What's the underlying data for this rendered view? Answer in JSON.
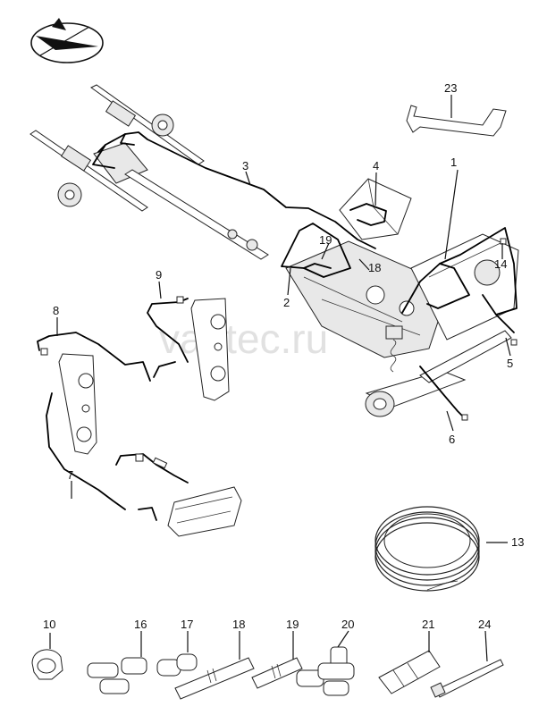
{
  "watermark": "vagtec.ru",
  "logo_icon": "compass-arrow-icon",
  "callouts": [
    {
      "id": "c1",
      "text": "1"
    },
    {
      "id": "c2",
      "text": "2"
    },
    {
      "id": "c3",
      "text": "3"
    },
    {
      "id": "c4",
      "text": "4"
    },
    {
      "id": "c5",
      "text": "5"
    },
    {
      "id": "c6",
      "text": "6"
    },
    {
      "id": "c7",
      "text": "7"
    },
    {
      "id": "c8",
      "text": "8"
    },
    {
      "id": "c9",
      "text": "9"
    },
    {
      "id": "c10",
      "text": "10"
    },
    {
      "id": "c13",
      "text": "13"
    },
    {
      "id": "c14",
      "text": "14"
    },
    {
      "id": "c16",
      "text": "16"
    },
    {
      "id": "c17",
      "text": "17"
    },
    {
      "id": "c18",
      "text": "18"
    },
    {
      "id": "c18b",
      "text": "18"
    },
    {
      "id": "c19",
      "text": "19"
    },
    {
      "id": "c19b",
      "text": "19"
    },
    {
      "id": "c20",
      "text": "20"
    },
    {
      "id": "c21",
      "text": "21"
    },
    {
      "id": "c23",
      "text": "23"
    },
    {
      "id": "c24",
      "text": "24"
    }
  ]
}
